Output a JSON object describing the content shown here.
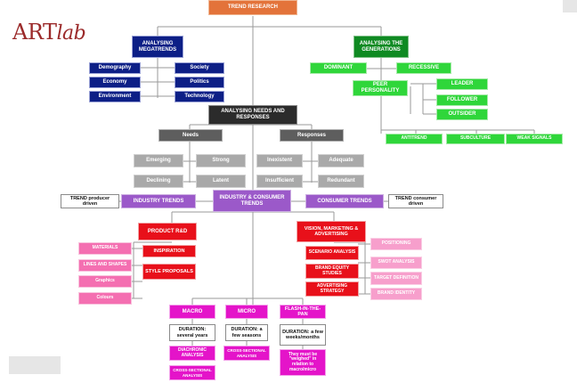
{
  "logo": {
    "art": "ART",
    "lab": "lab"
  },
  "nodes": {
    "trend_research": "TREND RESEARCH",
    "analysing_megatrends": "ANALYSING MEGATRENDS",
    "megatrends": [
      "Demography",
      "Society",
      "Economy",
      "Politics",
      "Environment",
      "Technology"
    ],
    "analysing_generations": "Analysing THE GENERATIONS",
    "dominant": "DOMINANT",
    "recessive": "RECESSIVE",
    "peer_personality": "PEER PERSONALITY",
    "leader": "LEADER",
    "follower": "FOLLOWER",
    "outsider": "OUTSIDER",
    "antitrend": "ANTITREND",
    "subculture": "SUBCULTURE",
    "weak_signals": "WEAK SIGNALS",
    "needs_responses": "ANALYSING NEEDS AND RESPONSES",
    "needs": "Needs",
    "responses": "Responses",
    "emerging": "Emerging",
    "strong": "Strong",
    "declining": "Declining",
    "latent": "Latent",
    "inexistent": "Inexistent",
    "adequate": "Adequate",
    "insufficient": "Insufficient",
    "redundant": "Redundant",
    "trend_producer": "TREND producer driven",
    "industry_trends": "INDUSTRY TRENDS",
    "industry_consumer": "INDUSTRY & CONSUMER TRENDS",
    "consumer_trends": "CONSUMER TRENDS",
    "trend_consumer": "TREND consumer driven",
    "product_rd": "PRODUCT R&D",
    "materials": "MATERIALS",
    "inspiration": "INSPIRATION",
    "lines_shapes": "LINES AND SHAPES",
    "style_proposals": "STYLE PROPOSALS",
    "graphics": "Graphics",
    "colours": "Colours",
    "vision": "VISION, MARKETING & ADVERTISING",
    "positioning": "POSITIONING",
    "scenario": "SCENARIO ANALYSIS",
    "swot": "SWOT ANALYSIS",
    "brand_equity": "BRAND EQUITY STUDIES",
    "target": "TARGET DEFINITION",
    "advertising": "ADVERTISING STRATEGY",
    "brand_identity": "BRAND IDENTITY",
    "macro": "MACRO",
    "micro": "MICRO",
    "flash": "FLASH-IN-THE-PAN",
    "dur_macro": "DURATION: several years",
    "dur_micro": "DURATION: a few seasons",
    "dur_flash": "DURATION: a few weeks/months",
    "diachronic": "DIACHRONIC ANALYSIS",
    "cross_sectional_1": "CROSS-SECTIONAL ANALYSIS",
    "cross_sectional_2": "CROSS-SECTIONAL ANALYSIS",
    "weighed": "They must be \"weighed\" in relation to macro/micro"
  }
}
